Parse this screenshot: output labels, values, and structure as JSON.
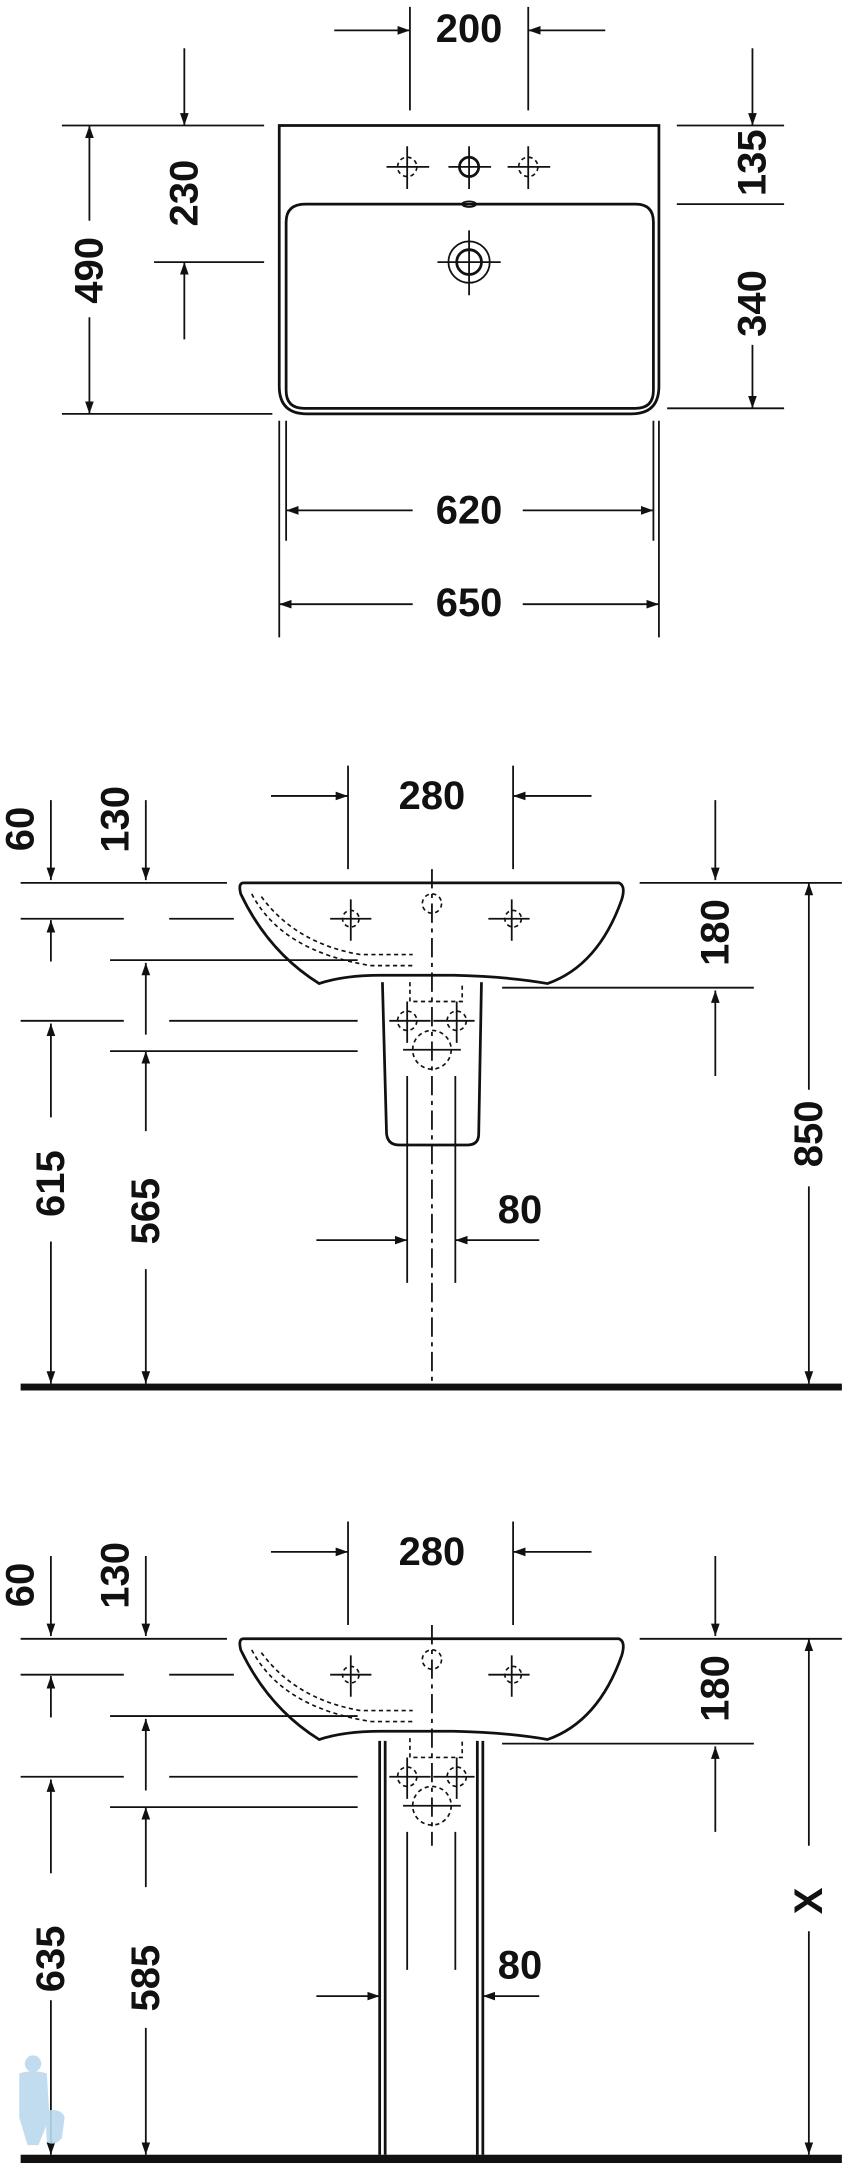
{
  "top_view": {
    "dim_tap_spacing": "200",
    "dim_depth_total": "490",
    "dim_drain_from_back": "230",
    "dim_back_to_bowl": "135",
    "dim_bowl_depth": "340",
    "dim_bowl_width": "620",
    "dim_total_width": "650"
  },
  "side_view_semi_pedestal": {
    "dim_60": "60",
    "dim_130": "130",
    "dim_bracket_spacing": "280",
    "dim_basin_height": "180",
    "dim_waste_height": "615",
    "dim_supply_height": "565",
    "dim_rim_height": "850",
    "dim_pipe_width": "80"
  },
  "side_view_pedestal": {
    "dim_60": "60",
    "dim_130": "130",
    "dim_bracket_spacing": "280",
    "dim_basin_height": "180",
    "dim_waste_height": "635",
    "dim_supply_height": "585",
    "dim_rim_height": "X",
    "dim_pipe_width": "80"
  },
  "colors": {
    "line": "#111111",
    "watermark": "#bcd9ee"
  }
}
